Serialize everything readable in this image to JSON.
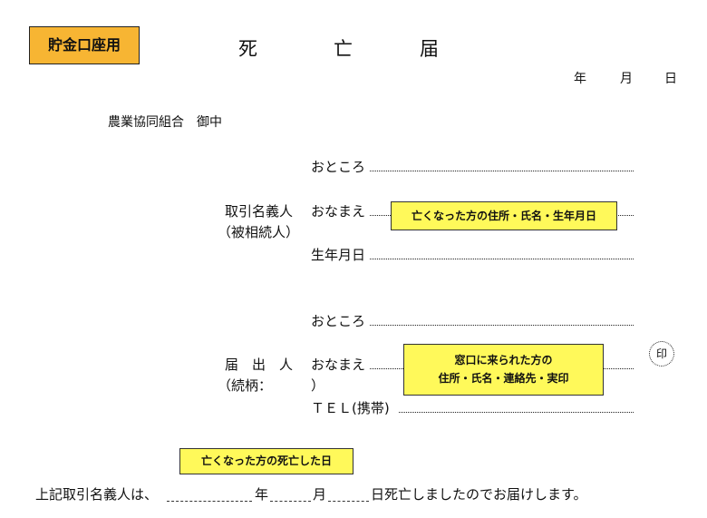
{
  "header": {
    "tag_label": "貯金口座用",
    "title": [
      "死",
      "亡",
      "届"
    ],
    "date": {
      "year": "年",
      "month": "月",
      "day": "日"
    }
  },
  "addressee": "農業協同組合　御中",
  "account_holder": {
    "role": "取引名義人",
    "role_sub": "（被相続人）",
    "address_label": "おところ",
    "name_label": "おなまえ",
    "birth_label": "生年月日",
    "note": "亡くなった方の住所・氏名・生年月日"
  },
  "informant": {
    "role": "届　出　人",
    "role_sub": "（続柄：",
    "role_sub_close": "）",
    "address_label": "おところ",
    "name_label": "おなまえ",
    "tel_label": "ＴＥＬ(携帯)",
    "seal": "印",
    "note_line1": "窓口に来られた方の",
    "note_line2": "住所・氏名・連絡先・実印"
  },
  "death_note": "亡くなった方の死亡した日",
  "statement": {
    "prefix": "上記取引名義人は、",
    "year": "年",
    "month": "月",
    "suffix": "日死亡しましたのでお届けします。"
  }
}
